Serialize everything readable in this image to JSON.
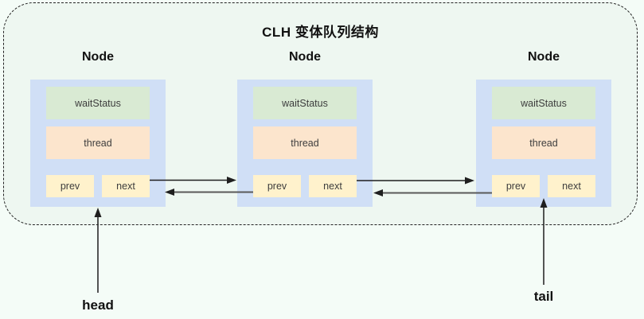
{
  "diagram": {
    "title": "CLH 变体队列结构",
    "nodes": [
      {
        "title": "Node",
        "fields": {
          "wait_status": "waitStatus",
          "thread": "thread",
          "prev": "prev",
          "next": "next"
        }
      },
      {
        "title": "Node",
        "fields": {
          "wait_status": "waitStatus",
          "thread": "thread",
          "prev": "prev",
          "next": "next"
        }
      },
      {
        "title": "Node",
        "fields": {
          "wait_status": "waitStatus",
          "thread": "thread",
          "prev": "prev",
          "next": "next"
        }
      }
    ],
    "pointers": {
      "head": "head",
      "tail": "tail"
    },
    "colors": {
      "page_background": "#F4FCF7",
      "container_fill": "#EEF7F1",
      "container_border": "#222222",
      "node_fill": "#D0DFF6",
      "wait_status_fill": "#D9EAD3",
      "thread_fill": "#FCE5CD",
      "pointer_field_fill": "#FFF2CC",
      "next_arrow": "#1F1F1F",
      "prev_arrow": "#595959",
      "pointer_arrow": "#2B2B2B"
    }
  }
}
